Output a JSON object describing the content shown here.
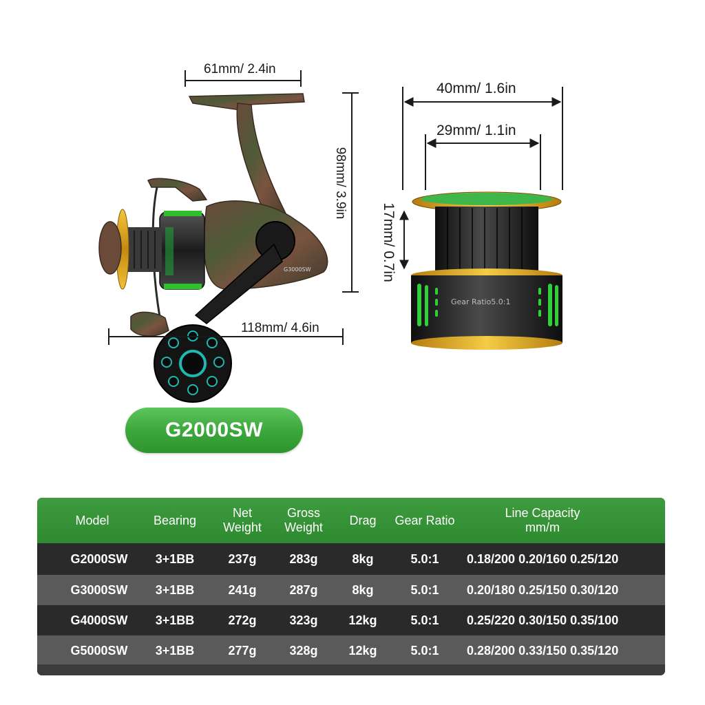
{
  "dimensions": {
    "reel_width": "61mm/ 2.4in",
    "reel_height": "98mm/ 3.9in",
    "reel_length": "118mm/ 4.6in",
    "spool_outer": "40mm/ 1.6in",
    "spool_inner": "29mm/ 1.1in",
    "spool_height": "17mm/ 0.7in"
  },
  "reel_marking": "G3000SW",
  "spool_marking": "Gear Ratio5.0:1",
  "badge_model": "G2000SW",
  "colors": {
    "accent_green": "#3aa63a",
    "header_green": "#2e8a2e",
    "row_dark": "#2a2a2a",
    "row_light": "#5a5a5a",
    "gold": "#d8a418"
  },
  "table": {
    "headers": [
      {
        "line1": "Model",
        "line2": ""
      },
      {
        "line1": "Bearing",
        "line2": ""
      },
      {
        "line1": "Net",
        "line2": "Weight"
      },
      {
        "line1": "Gross",
        "line2": "Weight"
      },
      {
        "line1": "Drag",
        "line2": ""
      },
      {
        "line1": "Gear Ratio",
        "line2": ""
      },
      {
        "line1": "Line Capacity",
        "line2": "mm/m"
      }
    ],
    "rows": [
      {
        "model": "G2000SW",
        "bearing": "3+1BB",
        "net": "237g",
        "gross": "283g",
        "drag": "8kg",
        "ratio": "5.0:1",
        "capacity": "0.18/200 0.20/160 0.25/120"
      },
      {
        "model": "G3000SW",
        "bearing": "3+1BB",
        "net": "241g",
        "gross": "287g",
        "drag": "8kg",
        "ratio": "5.0:1",
        "capacity": "0.20/180 0.25/150 0.30/120"
      },
      {
        "model": "G4000SW",
        "bearing": "3+1BB",
        "net": "272g",
        "gross": "323g",
        "drag": "12kg",
        "ratio": "5.0:1",
        "capacity": "0.25/220 0.30/150 0.35/100"
      },
      {
        "model": "G5000SW",
        "bearing": "3+1BB",
        "net": "277g",
        "gross": "328g",
        "drag": "12kg",
        "ratio": "5.0:1",
        "capacity": "0.28/200 0.33/150 0.35/120"
      }
    ]
  }
}
